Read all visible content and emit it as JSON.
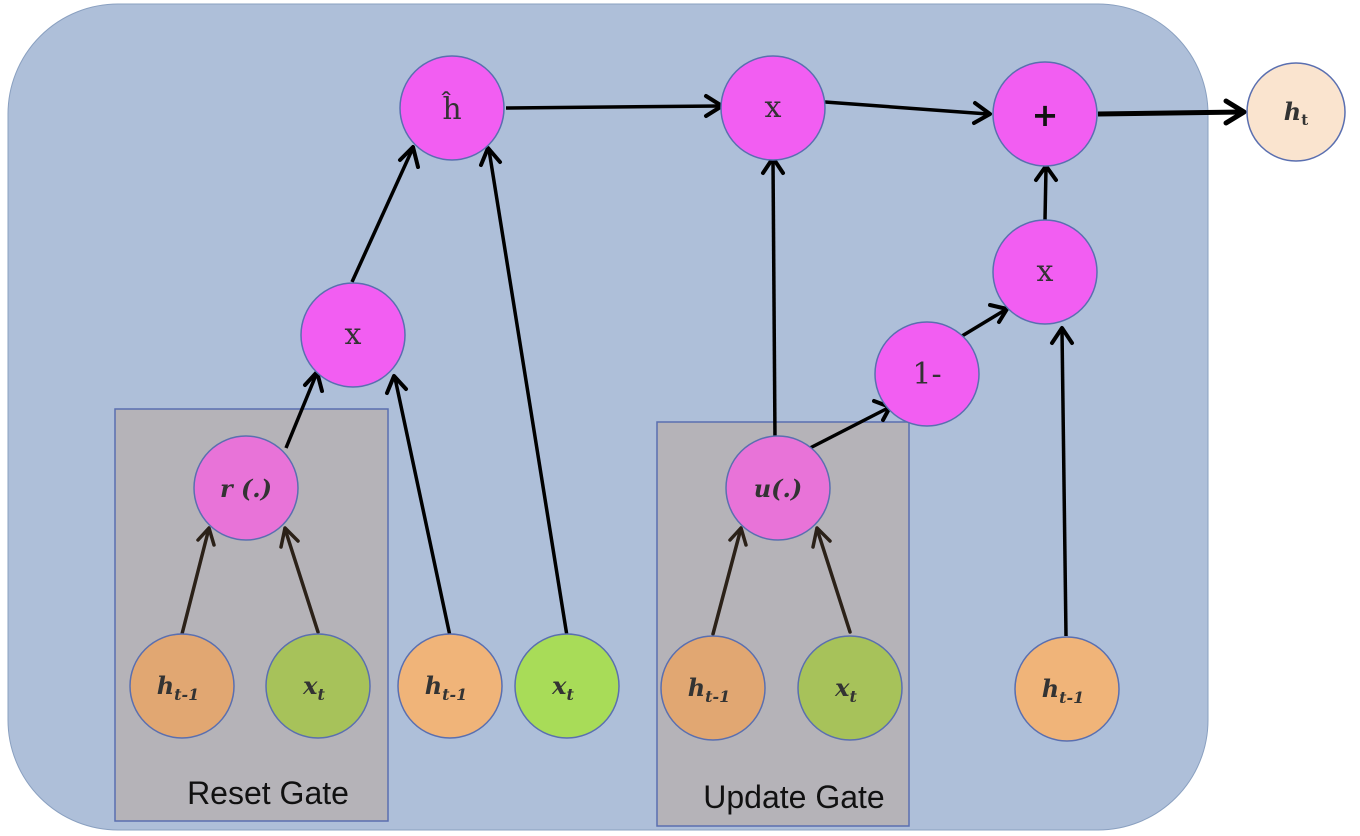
{
  "diagram": {
    "gates": {
      "reset": {
        "label": "Reset Gate"
      },
      "update": {
        "label": "Update Gate"
      }
    },
    "nodes": {
      "h_hat": {
        "label": "ĥ"
      },
      "mul_top": {
        "label": "x"
      },
      "plus": {
        "label": "+"
      },
      "output": {
        "base": "h",
        "sub": "t"
      },
      "mul_right": {
        "label": "x"
      },
      "one_minus": {
        "label": "1-"
      },
      "mul_reset": {
        "label": "x"
      },
      "r_gate": {
        "label": "r (.)"
      },
      "u_gate": {
        "label": "u(.)"
      },
      "in_h1": {
        "base": "h",
        "sub": "t-1"
      },
      "in_x1": {
        "base": "x",
        "sub": "t"
      },
      "in_h2": {
        "base": "h",
        "sub": "t-1"
      },
      "in_x2": {
        "base": "x",
        "sub": "t"
      },
      "in_h3": {
        "base": "h",
        "sub": "t-1"
      },
      "in_x3": {
        "base": "x",
        "sub": "t"
      },
      "in_h4": {
        "base": "h",
        "sub": "t-1"
      }
    },
    "colors": {
      "background_panel": "#aebfd9",
      "gate_box": "#b5b3b8",
      "operator": "#f25ef2",
      "gate_function": "#e873d8",
      "hidden_input": "#e1a772",
      "hidden_input_bright": "#f0b479",
      "input_x_dim": "#a7c25a",
      "input_x_bright": "#a8dc58",
      "output": "#fae4cf",
      "arrow": "#000000",
      "arrow_dim": "#2b2118"
    }
  }
}
